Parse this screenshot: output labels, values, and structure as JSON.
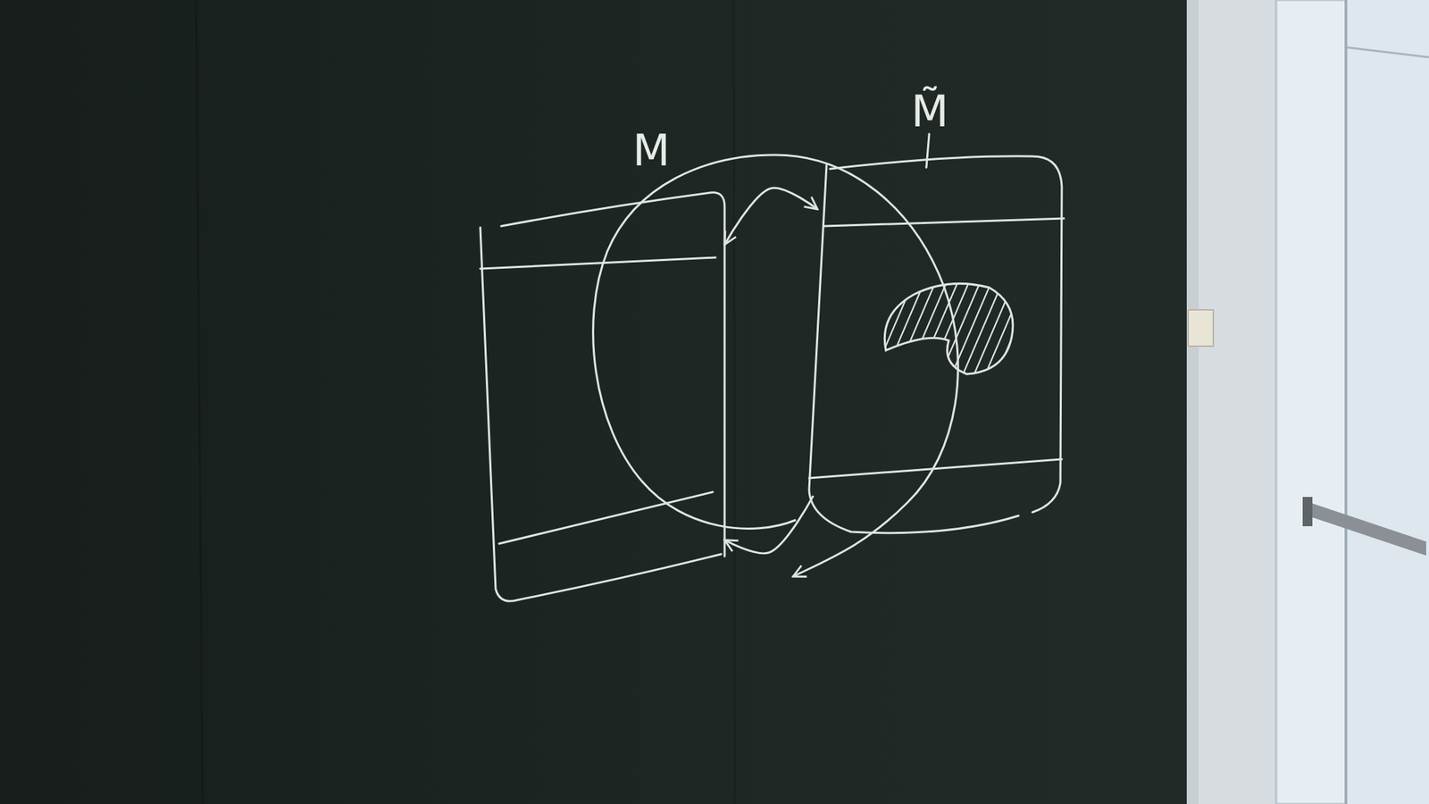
{
  "diagram": {
    "nodes": [
      {
        "text": [
          "M"
        ]
      },
      {
        "text": [
          "M̃"
        ]
      }
    ],
    "edges": [
      {
        "from": 0,
        "to": 1,
        "arrow": "both"
      },
      {
        "from": 1,
        "to": 0,
        "arrow": "to"
      }
    ]
  }
}
